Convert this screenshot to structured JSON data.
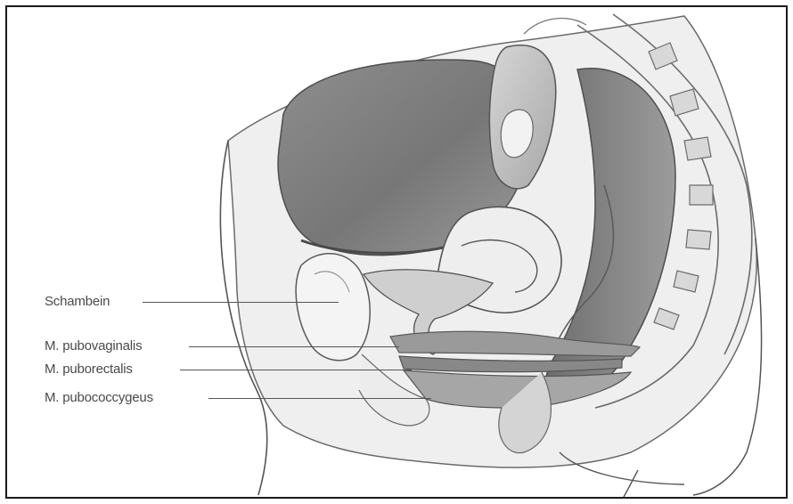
{
  "figure": {
    "labels": [
      {
        "id": "schambein",
        "text": "Schambein"
      },
      {
        "id": "pubovaginalis",
        "text": "M. pubovaginalis"
      },
      {
        "id": "puborectalis",
        "text": "M. puborectalis"
      },
      {
        "id": "pubococcygeus",
        "text": "M. pubococcygeus"
      }
    ]
  }
}
